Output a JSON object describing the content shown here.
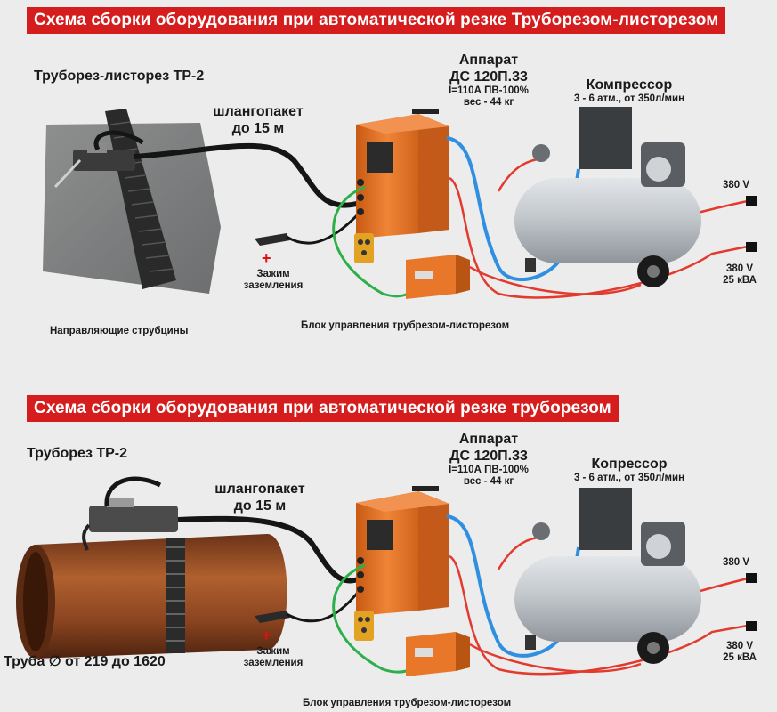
{
  "colors": {
    "title_bg": "#d51d1d",
    "hose_black": "#151515",
    "hose_blue": "#2f8fe0",
    "wire_red": "#e33a2e",
    "wire_green": "#2db04a",
    "machine_orange": "#e8772a",
    "tank_gray": "#b9bec4"
  },
  "scheme1": {
    "title": "Схема сборки оборудования при автоматической резке Труборезом-листорезом",
    "cutter_label": "Труборез-листорез ТР-2",
    "hose_label_line1": "шлангопакет",
    "hose_label_line2": "до 15 м",
    "apparatus_line1": "Аппарат",
    "apparatus_line2": "ДС 120П.33",
    "apparatus_line3": "I=110А ПВ-100%",
    "apparatus_line4": "вес - 44 кг",
    "compressor_line1": "Компрессор",
    "compressor_line2": "3 - 6 атм.,  от 350л/мин",
    "v380": "380 V",
    "v380b": "380 V",
    "kva": "25 кВА",
    "plus": "+",
    "clamp_line1": "Зажим",
    "clamp_line2": "заземления",
    "rails_label": "Направляющие струбцины",
    "control_label": "Блок управления трубрезом-листорезом"
  },
  "scheme2": {
    "title": "Схема сборки оборудования при автоматической резке труборезом",
    "cutter_label": "Труборез ТР-2",
    "hose_label_line1": "шлангопакет",
    "hose_label_line2": "до 15 м",
    "apparatus_line1": "Аппарат",
    "apparatus_line2": "ДС 120П.33",
    "apparatus_line3": "I=110А ПВ-100%",
    "apparatus_line4": "вес - 44 кг",
    "compressor_line1": "Копрессор",
    "compressor_line2": "3 - 6 атм.,  от 350л/мин",
    "v380": "380 V",
    "v380b": "380 V",
    "kva": "25 кВА",
    "plus": "+",
    "clamp_line1": "Зажим",
    "clamp_line2": "заземления",
    "pipe_label": "Труба ∅ от 219 до 1620",
    "control_label": "Блок управления трубрезом-листорезом"
  }
}
